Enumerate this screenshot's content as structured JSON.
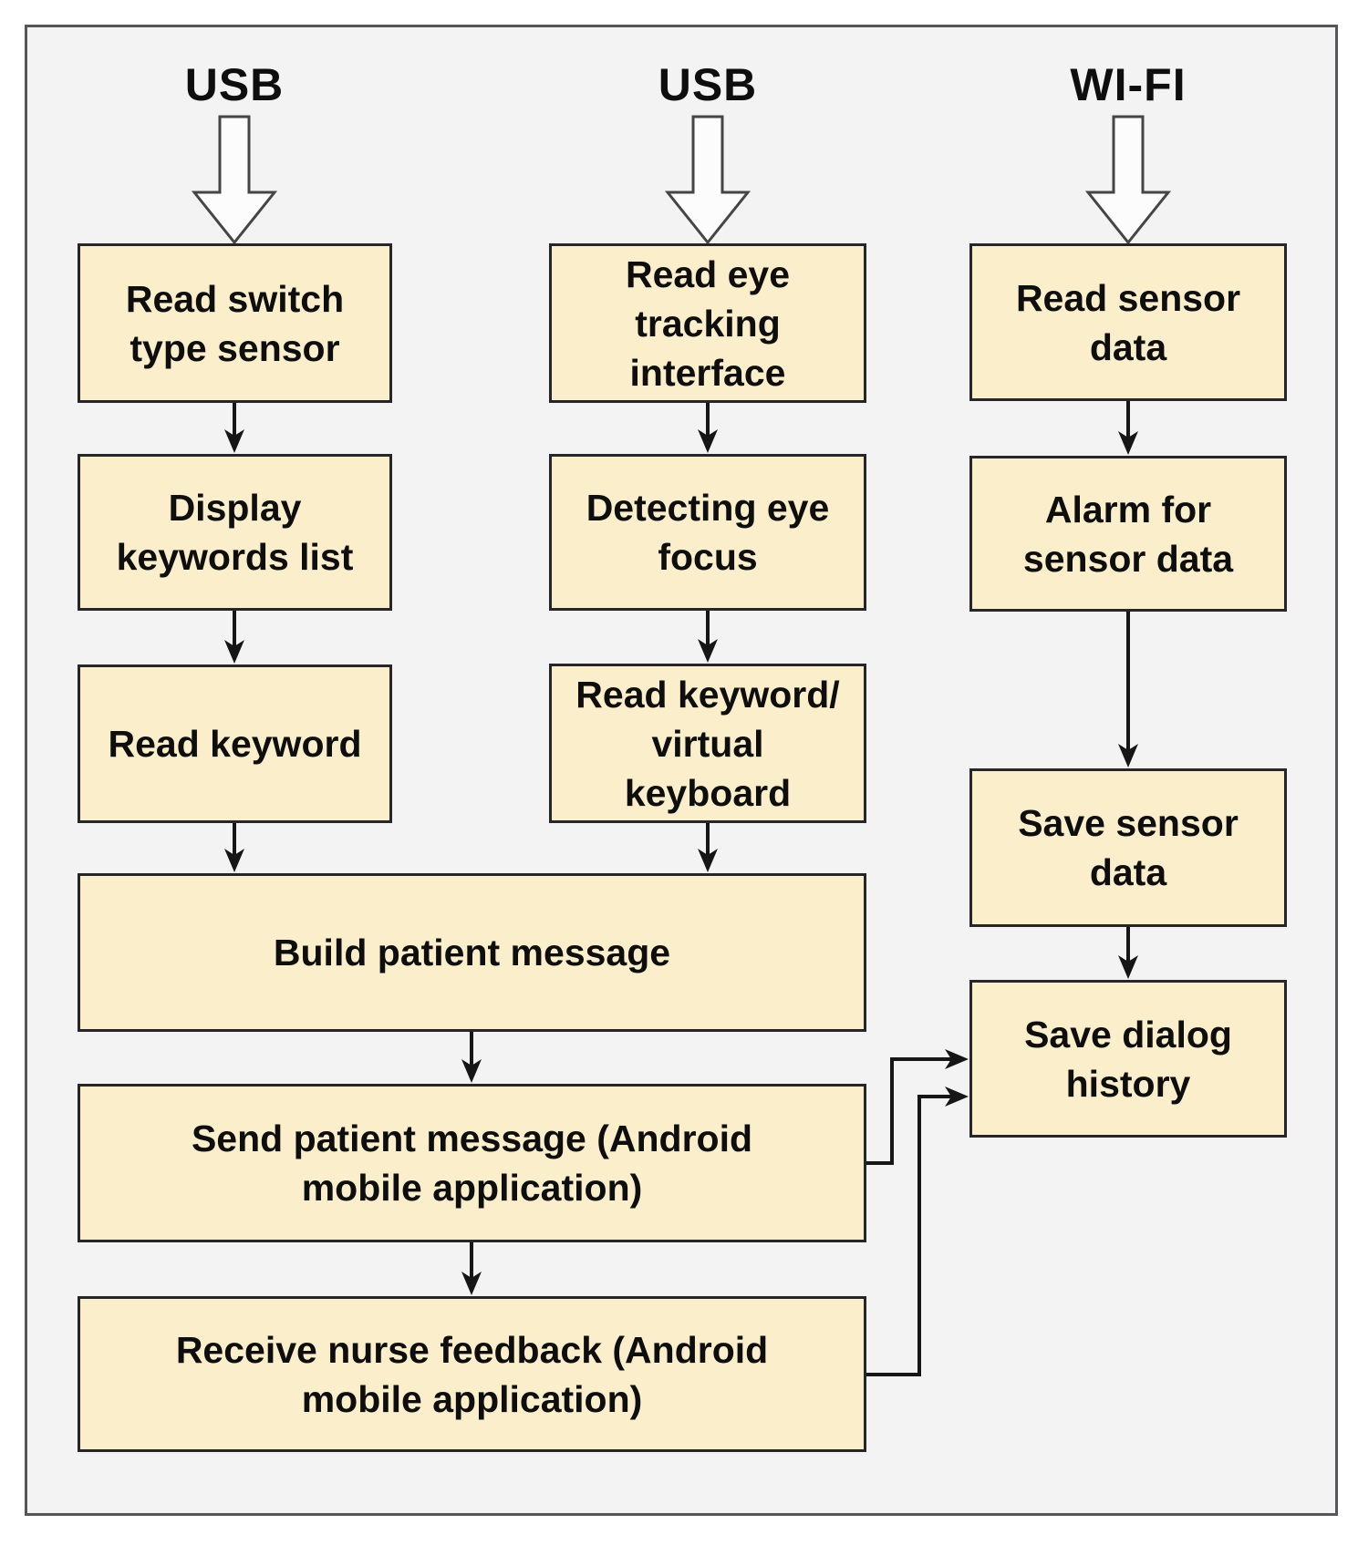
{
  "headers": [
    {
      "id": "usb-input-left",
      "label": "USB"
    },
    {
      "id": "usb-input-middle",
      "label": "USB"
    },
    {
      "id": "wifi-input",
      "label": "WI-FI"
    }
  ],
  "nodes": [
    {
      "id": "read-switch-type-sensor",
      "label": "Read switch\ntype sensor"
    },
    {
      "id": "display-keywords-list",
      "label": "Display\nkeywords list"
    },
    {
      "id": "read-keyword",
      "label": "Read keyword"
    },
    {
      "id": "read-eye-tracking-interface",
      "label": "Read eye\ntracking\ninterface"
    },
    {
      "id": "detecting-eye-focus",
      "label": "Detecting eye\nfocus"
    },
    {
      "id": "read-keyword-virtual-keyboard",
      "label": "Read keyword/\nvirtual\nkeyboard"
    },
    {
      "id": "read-sensor-data",
      "label": "Read sensor\ndata"
    },
    {
      "id": "alarm-for-sensor-data",
      "label": "Alarm for\nsensor data"
    },
    {
      "id": "save-sensor-data",
      "label": "Save sensor\ndata"
    },
    {
      "id": "save-dialog-history",
      "label": "Save dialog\nhistory"
    },
    {
      "id": "build-patient-message",
      "label": "Build patient message"
    },
    {
      "id": "send-patient-message",
      "label": "Send patient message (Android\nmobile application)"
    },
    {
      "id": "receive-nurse-feedback",
      "label": "Receive nurse feedback (Android\nmobile application)"
    }
  ],
  "edges": [
    {
      "from": "usb-input-left",
      "to": "read-switch-type-sensor"
    },
    {
      "from": "read-switch-type-sensor",
      "to": "display-keywords-list"
    },
    {
      "from": "display-keywords-list",
      "to": "read-keyword"
    },
    {
      "from": "read-keyword",
      "to": "build-patient-message"
    },
    {
      "from": "usb-input-middle",
      "to": "read-eye-tracking-interface"
    },
    {
      "from": "read-eye-tracking-interface",
      "to": "detecting-eye-focus"
    },
    {
      "from": "detecting-eye-focus",
      "to": "read-keyword-virtual-keyboard"
    },
    {
      "from": "read-keyword-virtual-keyboard",
      "to": "build-patient-message"
    },
    {
      "from": "wifi-input",
      "to": "read-sensor-data"
    },
    {
      "from": "read-sensor-data",
      "to": "alarm-for-sensor-data"
    },
    {
      "from": "alarm-for-sensor-data",
      "to": "save-sensor-data"
    },
    {
      "from": "save-sensor-data",
      "to": "save-dialog-history"
    },
    {
      "from": "build-patient-message",
      "to": "send-patient-message"
    },
    {
      "from": "send-patient-message",
      "to": "receive-nurse-feedback"
    },
    {
      "from": "send-patient-message",
      "to": "save-dialog-history"
    },
    {
      "from": "receive-nurse-feedback",
      "to": "save-dialog-history"
    }
  ],
  "colors": {
    "box_fill": "#FAEFCA",
    "box_border": "#26262A",
    "panel_fill": "#F3F3F4",
    "panel_border": "#55555A",
    "connector": "#161616",
    "block_arrow_fill": "#FCFCFC",
    "block_arrow_outline": "#454545",
    "text": "#0E0E0E",
    "page_bg": "#FFFFFF"
  }
}
